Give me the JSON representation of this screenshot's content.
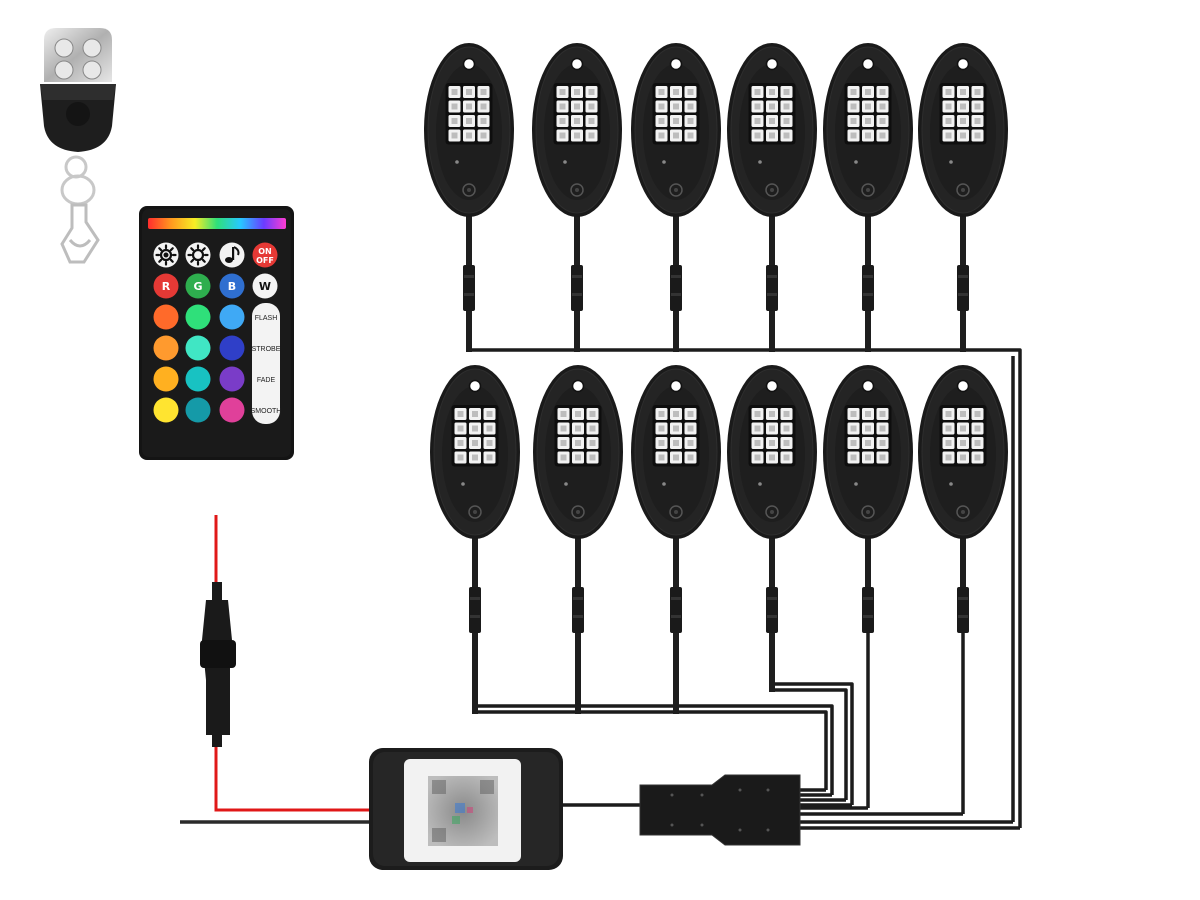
{
  "ir_remote": {
    "top_buttons": [
      {
        "icon": "brightness-up-icon"
      },
      {
        "icon": "brightness-down-icon"
      },
      {
        "icon": "music-note-icon"
      },
      {
        "label_top": "ON",
        "label_bottom": "OFF",
        "color": "#e53935"
      }
    ],
    "rgbw_buttons": [
      {
        "label": "R",
        "color": "#e53935"
      },
      {
        "label": "G",
        "color": "#2eae4e"
      },
      {
        "label": "B",
        "color": "#2f6fd0"
      },
      {
        "label": "W",
        "color": "#f4f4f4"
      }
    ],
    "color_buttons": [
      [
        "#ff6a2a",
        "#2fe07a",
        "#3fa9f5"
      ],
      [
        "#ff9a2e",
        "#40e6c4",
        "#2f3fc8"
      ],
      [
        "#ffb020",
        "#18c2c2",
        "#7a3cc8"
      ],
      [
        "#ffe430",
        "#159aa8",
        "#e0409a"
      ]
    ],
    "mode_labels": [
      "FLASH",
      "STROBE",
      "FADE",
      "SMOOTH"
    ]
  },
  "light_pods": {
    "top_row_count": 6,
    "bottom_row_count": 6,
    "led_grid": {
      "rows": 4,
      "cols": 3
    },
    "led_color": "#f2f2f2"
  },
  "wires": {
    "power_color": "#e01818",
    "ground_color": "#202020"
  }
}
